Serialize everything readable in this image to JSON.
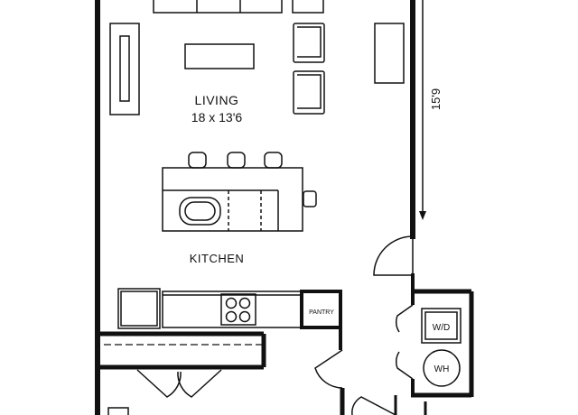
{
  "colors": {
    "wall": "#111111",
    "fixture": "#111111",
    "background": "#ffffff"
  },
  "rooms": {
    "living": {
      "name": "LIVING",
      "dimensions": "18 x 13'6"
    },
    "kitchen": {
      "name": "KITCHEN"
    }
  },
  "labels": {
    "pantry": "PANTRY",
    "washer_dryer": "W/D",
    "water_heater": "WH",
    "dimension_vertical": "15'9"
  }
}
